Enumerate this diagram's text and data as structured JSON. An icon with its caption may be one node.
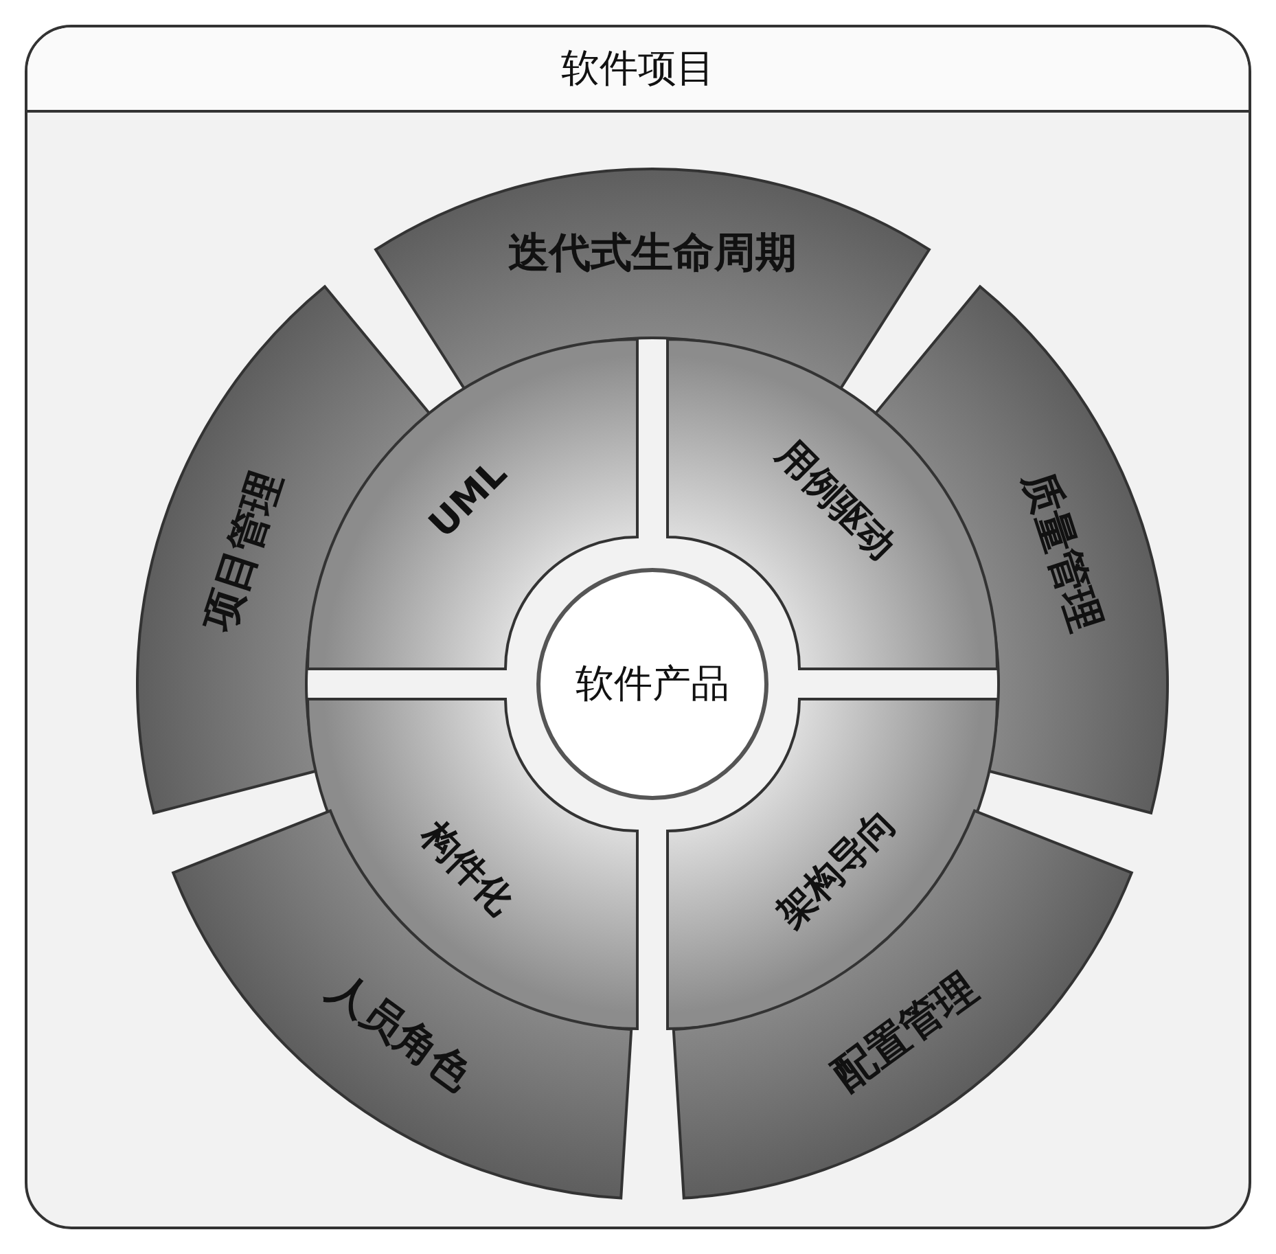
{
  "diagram": {
    "nodes": [
      {
        "text": [
          "软件项目"
        ]
      },
      {
        "text": [
          "迭代式生命周期"
        ],
        "in": 0
      },
      {
        "text": [
          "项目管理"
        ],
        "in": 0
      },
      {
        "text": [
          "质量管理"
        ],
        "in": 0
      },
      {
        "text": [
          "UML"
        ],
        "in": 0
      },
      {
        "text": [
          "用例驱动"
        ],
        "in": 0
      },
      {
        "text": [
          "软件产品"
        ],
        "in": 0
      },
      {
        "text": [
          "构件化"
        ],
        "in": 0
      },
      {
        "text": [
          "架构导向"
        ],
        "in": 0
      },
      {
        "text": [
          "人员角色"
        ],
        "in": 0
      },
      {
        "text": [
          "配置管理"
        ],
        "in": 0
      }
    ]
  }
}
